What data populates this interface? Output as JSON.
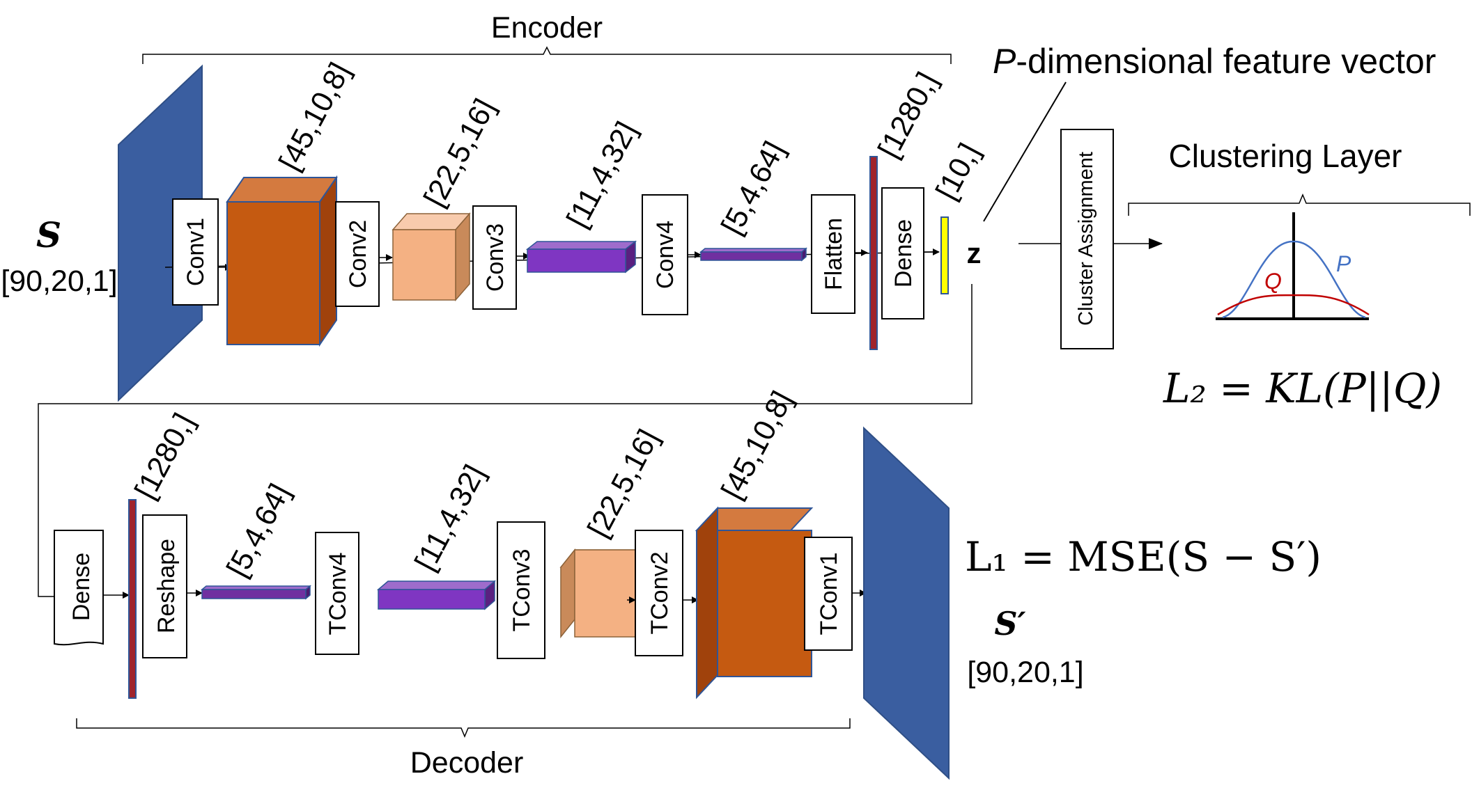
{
  "encoder": {
    "title": "Encoder",
    "input_symbol": "S",
    "input_shape": "[90,20,1]",
    "layers": [
      "Conv1",
      "Conv2",
      "Conv3",
      "Conv4",
      "Flatten",
      "Dense"
    ],
    "shapes": [
      "[45,10,8]",
      "[22,5,16]",
      "[11,4,32]",
      "[5,4,64]",
      "[1280,]",
      "[10,]"
    ],
    "latent_symbol": "z"
  },
  "feature_vector_label": "-dimensional feature vector",
  "feature_vector_var": "P",
  "cluster_assignment": "Cluster Assignment",
  "clustering_layer": {
    "title": "Clustering Layer",
    "curve_p_label": "P",
    "curve_q_label": "Q",
    "loss": "L₂ = KL(P||Q)"
  },
  "decoder": {
    "title": "Decoder",
    "layers": [
      "Dense",
      "Reshape",
      "TConv4",
      "TConv3",
      "TConv2",
      "TConv1"
    ],
    "shapes": [
      "[1280,]",
      "[5,4,64]",
      "[11,4,32]",
      "[22,5,16]",
      "[45,10,8]"
    ],
    "output_symbol": "S′",
    "output_shape": "[90,20,1]",
    "loss": "L₁ = MSE(S − S′)"
  },
  "colors": {
    "input_plane": "#3a5ea0",
    "block_large": "#c55a11",
    "block_medium": "#f4b183",
    "block_purple": "#7030a0",
    "flatten_bar": "#a0242c",
    "latent_bar": "#ffff00",
    "curve_p": "#4472c4",
    "curve_q": "#c00000"
  }
}
